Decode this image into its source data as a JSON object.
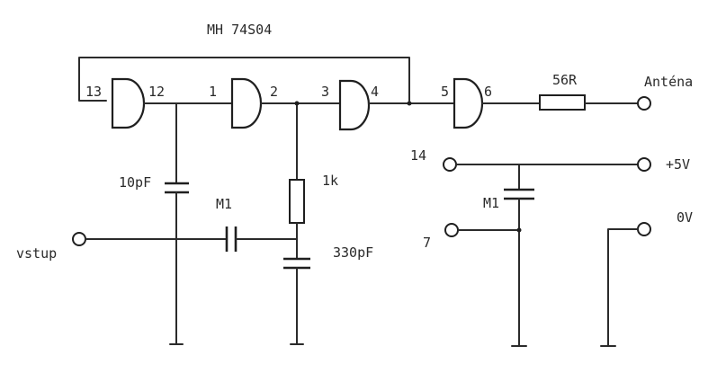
{
  "ic_label": "MH 74S04",
  "pins": {
    "p13": "13",
    "p12": "12",
    "p1": "1",
    "p2": "2",
    "p3": "3",
    "p4": "4",
    "p5": "5",
    "p6": "6",
    "p14": "14",
    "p7": "7"
  },
  "components": {
    "c1": "10pF",
    "c2": "M1",
    "r1": "1k",
    "c3": "330pF",
    "r2": "56R",
    "c4": "M1"
  },
  "terminals": {
    "input": "vstup",
    "antenna": "Anténa",
    "vcc": "+5V",
    "gnd": "0V"
  },
  "colors": {
    "ink": "#1f1f1f",
    "paper": "#ffffff"
  }
}
